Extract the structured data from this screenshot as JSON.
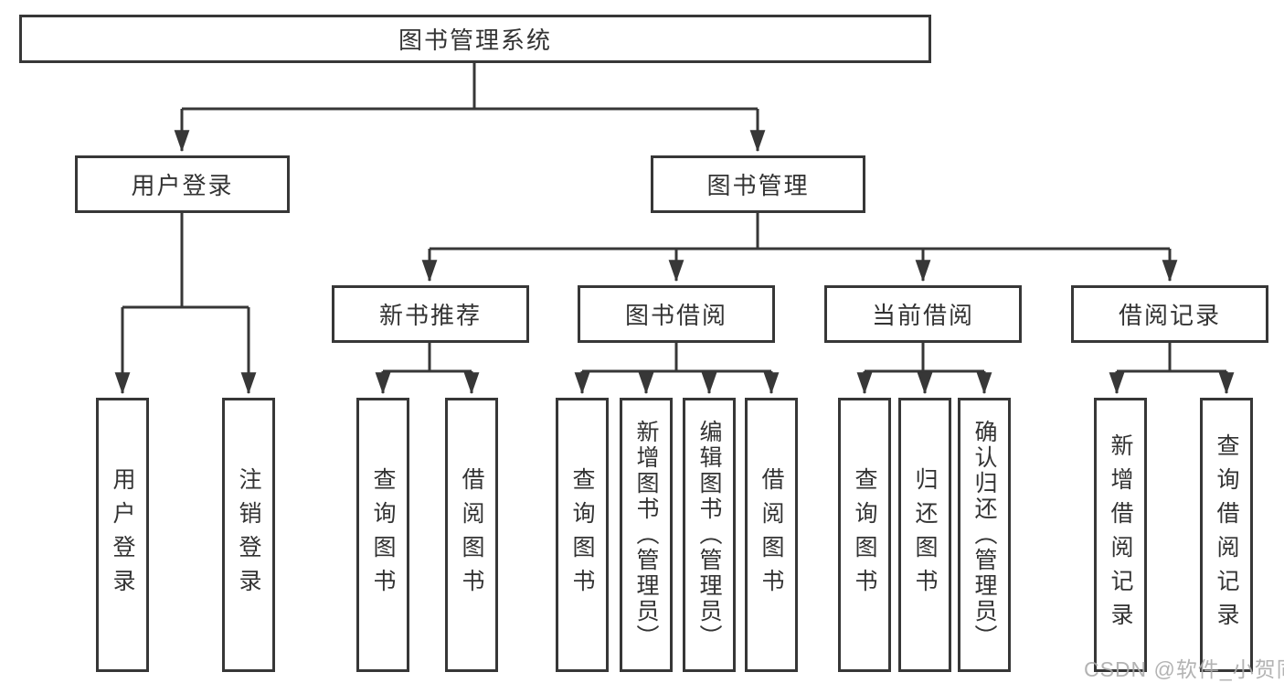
{
  "root": {
    "label": "图书管理系统"
  },
  "user_login": {
    "label": "用户登录",
    "children": {
      "login": "用户登录",
      "logout": "注销登录"
    }
  },
  "book_mgmt": {
    "label": "图书管理",
    "sections": {
      "new_book": {
        "label": "新书推荐",
        "children": {
          "query": "查询图书",
          "borrow": "借阅图书"
        }
      },
      "borrow": {
        "label": "图书借阅",
        "children": {
          "query": "查询图书",
          "add": "新增图书（管理员）",
          "edit": "编辑图书（管理员）",
          "borrow": "借阅图书"
        }
      },
      "current": {
        "label": "当前借阅",
        "children": {
          "query": "查询图书",
          "return": "归还图书",
          "confirm": "确认归还（管理员）"
        }
      },
      "records": {
        "label": "借阅记录",
        "children": {
          "add": "新增借阅记录",
          "query": "查询借阅记录"
        }
      }
    }
  },
  "watermark": "CSDN @软件_小贺同学",
  "colors": {
    "line": "#373737",
    "text": "#333333",
    "watermark": "#ababab",
    "background": "#ffffff"
  }
}
